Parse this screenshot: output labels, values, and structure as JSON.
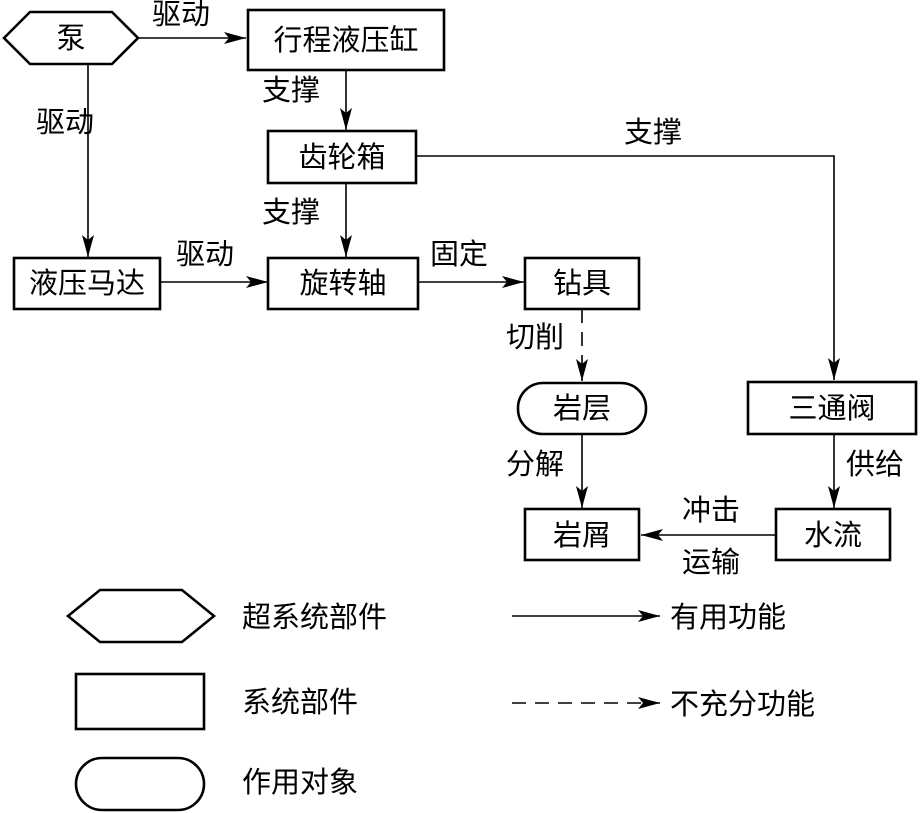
{
  "nodes": {
    "pump": "泵",
    "stroke_cylinder": "行程液压缸",
    "gearbox": "齿轮箱",
    "hydraulic_motor": "液压马达",
    "rotary_shaft": "旋转轴",
    "drill": "钻具",
    "rock_layer": "岩层",
    "three_way_valve": "三通阀",
    "rock_debris": "岩屑",
    "water_flow": "水流"
  },
  "edges": {
    "pump_drives_cylinder": "驱动",
    "pump_drives_motor": "驱动",
    "cylinder_supports_gearbox": "支撑",
    "gearbox_supports_shaft": "支撑",
    "gearbox_supports_valve": "支撑",
    "motor_drives_shaft": "驱动",
    "shaft_fixes_drill": "固定",
    "drill_cuts_rock": "切削",
    "rock_decomposes_debris": "分解",
    "valve_supplies_water": "供给",
    "water_impacts_debris": "冲击",
    "water_transports_debris": "运输"
  },
  "legend": {
    "supersystem": "超系统部件",
    "system": "系统部件",
    "object": "作用对象",
    "useful": "有用功能",
    "insufficient": "不充分功能"
  }
}
